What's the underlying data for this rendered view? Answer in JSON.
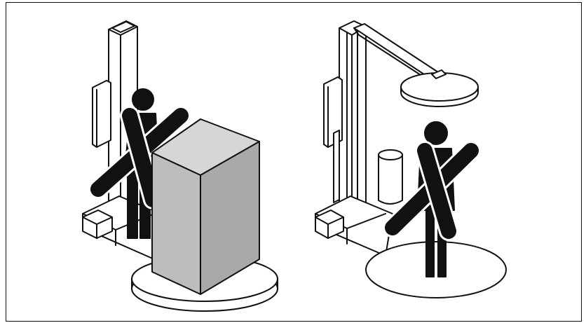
{
  "figure": {
    "panels": [
      {
        "id": "left",
        "depicts": "stretch-wrapper-with-load",
        "warning": "no-person-on-turntable-while-loaded"
      },
      {
        "id": "right",
        "depicts": "stretch-wrapper-with-top-platen",
        "warning": "no-person-under-top-platen"
      }
    ],
    "colors": {
      "line": "#111111",
      "fill": "#ffffff",
      "box_front": "#bdbdbd",
      "box_side": "#a9a9a9",
      "box_top": "#d6d6d6",
      "figure": "#111111"
    },
    "icons": [
      "person-icon",
      "prohibited-x-icon"
    ]
  }
}
